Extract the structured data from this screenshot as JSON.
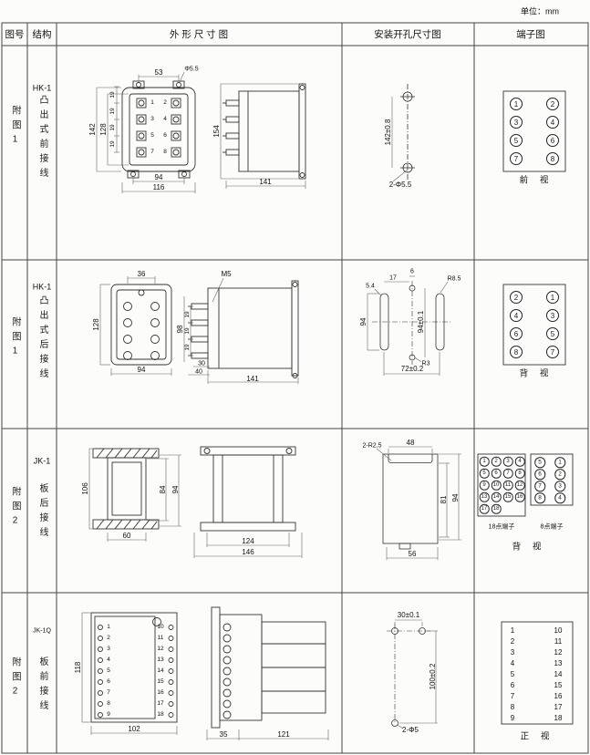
{
  "unit": "单位：mm",
  "header": {
    "fig_no": "图号",
    "structure": "结构",
    "outline": "外 形 尺 寸 图",
    "install": "安装开孔尺寸图",
    "terminal": "端子图"
  },
  "rows": [
    {
      "fig": "附图1",
      "model": "HK-1",
      "structure_text": "凸出式前接线",
      "outline": {
        "top_width": "53",
        "hole_dia": "Φ5.5",
        "pins": [
          "1",
          "2",
          "3",
          "4",
          "5",
          "6",
          "7",
          "8"
        ],
        "height_outer": "142",
        "height_inner": "128",
        "pitch": [
          "19",
          "19",
          "19",
          "19"
        ],
        "bottom_inner": "94",
        "bottom_outer": "116",
        "side_height": "154",
        "side_width": "141"
      },
      "install": {
        "v": "142±0.8",
        "holes": "2-Φ5.5"
      },
      "terminal": {
        "cells": [
          "1",
          "2",
          "3",
          "4",
          "5",
          "6",
          "7",
          "8"
        ],
        "caption": "前 视"
      }
    },
    {
      "fig": "附图1",
      "model": "HK-1",
      "structure_text": "凸出式后接线",
      "outline": {
        "top_width": "36",
        "height": "128",
        "bottom": "94",
        "thread": "M5",
        "side_height": "98",
        "pitch": [
          "19",
          "19",
          "19"
        ],
        "d30": "30",
        "d40": "40",
        "side_width": "141"
      },
      "install": {
        "d6": "6",
        "d17": "17",
        "d54": "5.4",
        "r85": "R8.5",
        "d94": "94",
        "dv": "94±0.1",
        "r3": "R3",
        "bottom": "72±0.2"
      },
      "terminal": {
        "cells": [
          "2",
          "1",
          "4",
          "3",
          "6",
          "5",
          "8",
          "7"
        ],
        "caption": "背 视"
      }
    },
    {
      "fig": "附图2",
      "model": "JK-1",
      "structure_text": "板后接线",
      "outline": {
        "left_h": "106",
        "d84": "84",
        "d94": "94",
        "d60": "60",
        "d124": "124",
        "d146": "146"
      },
      "install": {
        "r25": "2-R2.5",
        "d48": "48",
        "d81": "81",
        "d94": "94",
        "d56": "56"
      },
      "terminal": {
        "grid18": [
          "1",
          "2",
          "3",
          "4",
          "5",
          "6",
          "7",
          "8",
          "9",
          "10",
          "11",
          "12",
          "13",
          "14",
          "15",
          "16",
          "17",
          "18"
        ],
        "grid8": [
          "5",
          "1",
          "6",
          "2",
          "7",
          "3",
          "8",
          "4"
        ],
        "cap18": "18点端子",
        "cap8": "8点端子",
        "caption": "背 视"
      }
    },
    {
      "fig": "附图2",
      "model": "JK-1Q",
      "structure_text": "板前接线",
      "outline": {
        "left_pins": [
          "1",
          "2",
          "3",
          "4",
          "5",
          "6",
          "7",
          "8",
          "9"
        ],
        "right_pins": [
          "10",
          "11",
          "12",
          "13",
          "14",
          "15",
          "16",
          "17",
          "18"
        ],
        "d118": "118",
        "d102": "102",
        "d35": "35",
        "d121": "121"
      },
      "install": {
        "top": "30±0.1",
        "right": "100±0.2",
        "hole": "2-Φ5"
      },
      "terminal": {
        "left": [
          "1",
          "2",
          "3",
          "4",
          "5",
          "6",
          "7",
          "8",
          "9"
        ],
        "right": [
          "10",
          "11",
          "12",
          "13",
          "14",
          "15",
          "16",
          "17",
          "18"
        ],
        "caption": "正 视"
      }
    }
  ]
}
